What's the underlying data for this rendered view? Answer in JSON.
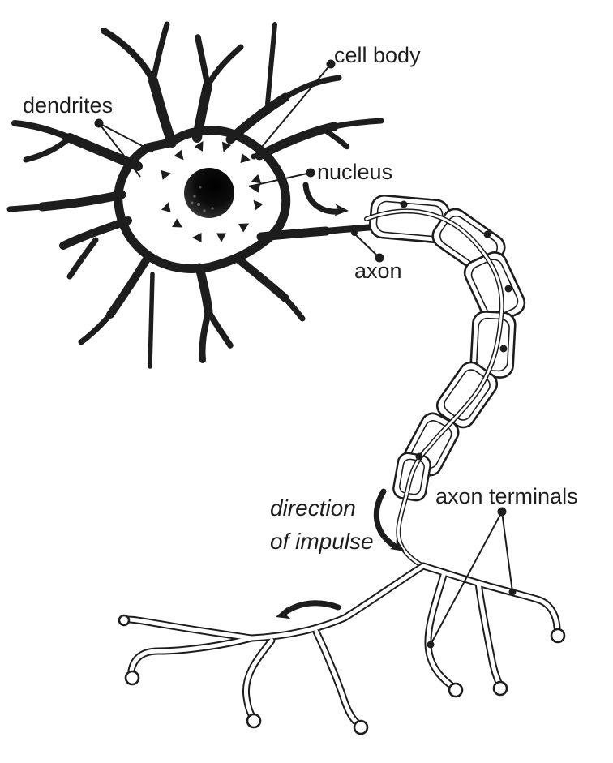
{
  "canvas": {
    "background_color": "#ffffff",
    "ink_color": "#1d1d1d"
  },
  "labels": {
    "dendrites": "dendrites",
    "cell_body": "cell body",
    "nucleus": "nucleus",
    "axon": "axon",
    "axon_terminals": "axon terminals",
    "direction_of_impulse": {
      "line1": "direction",
      "line2": "of impulse"
    }
  }
}
